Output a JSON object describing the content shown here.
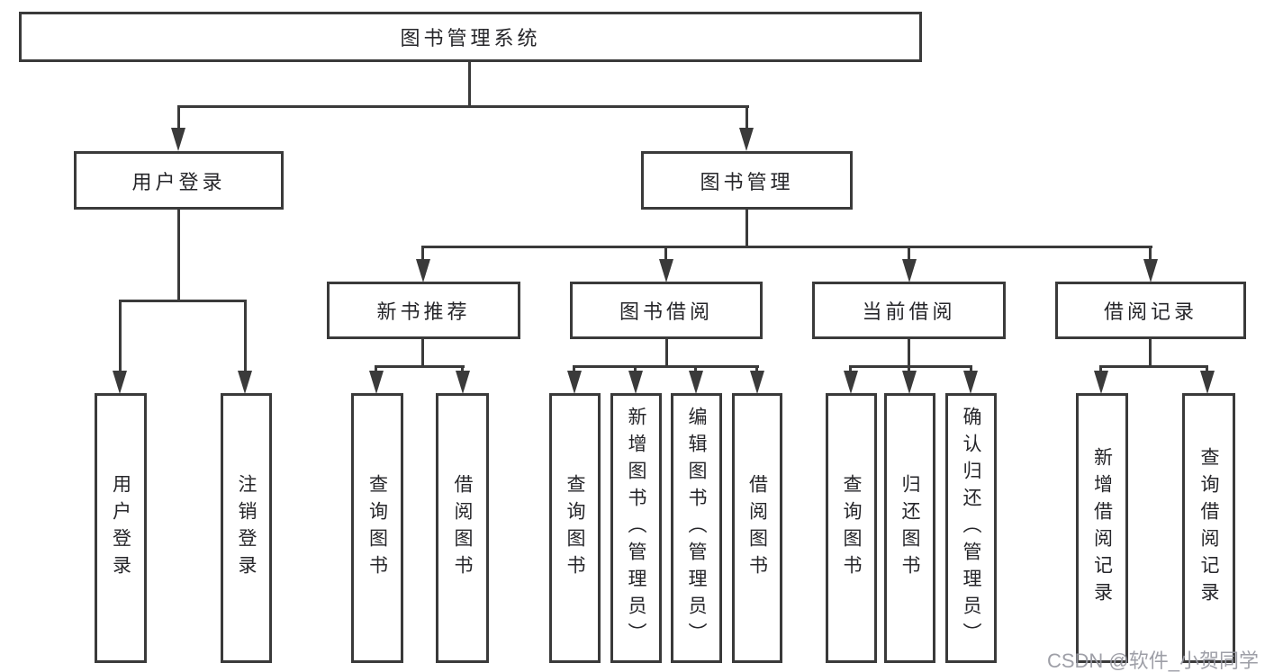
{
  "tree": {
    "label": "图书管理系统",
    "children": [
      {
        "label": "用户登录",
        "children": [
          {
            "label": "用户登录"
          },
          {
            "label": "注销登录"
          }
        ]
      },
      {
        "label": "图书管理",
        "children": [
          {
            "label": "新书推荐",
            "children": [
              {
                "label": "查询图书"
              },
              {
                "label": "借阅图书"
              }
            ]
          },
          {
            "label": "图书借阅",
            "children": [
              {
                "label": "查询图书"
              },
              {
                "label": "新增图书（管理员）"
              },
              {
                "label": "编辑图书（管理员）"
              },
              {
                "label": "借阅图书"
              }
            ]
          },
          {
            "label": "当前借阅",
            "children": [
              {
                "label": "查询图书"
              },
              {
                "label": "归还图书"
              },
              {
                "label": "确认归还（管理员）"
              }
            ]
          },
          {
            "label": "借阅记录",
            "children": [
              {
                "label": "新增借阅记录"
              },
              {
                "label": "查询借阅记录"
              }
            ]
          }
        ]
      }
    ]
  },
  "watermark": {
    "text": "CSDN @软件_小贺同学"
  },
  "colors": {
    "line": "#3a3a3a",
    "text": "#26262a",
    "background": "#ffffff",
    "watermark": "#9697a0"
  }
}
